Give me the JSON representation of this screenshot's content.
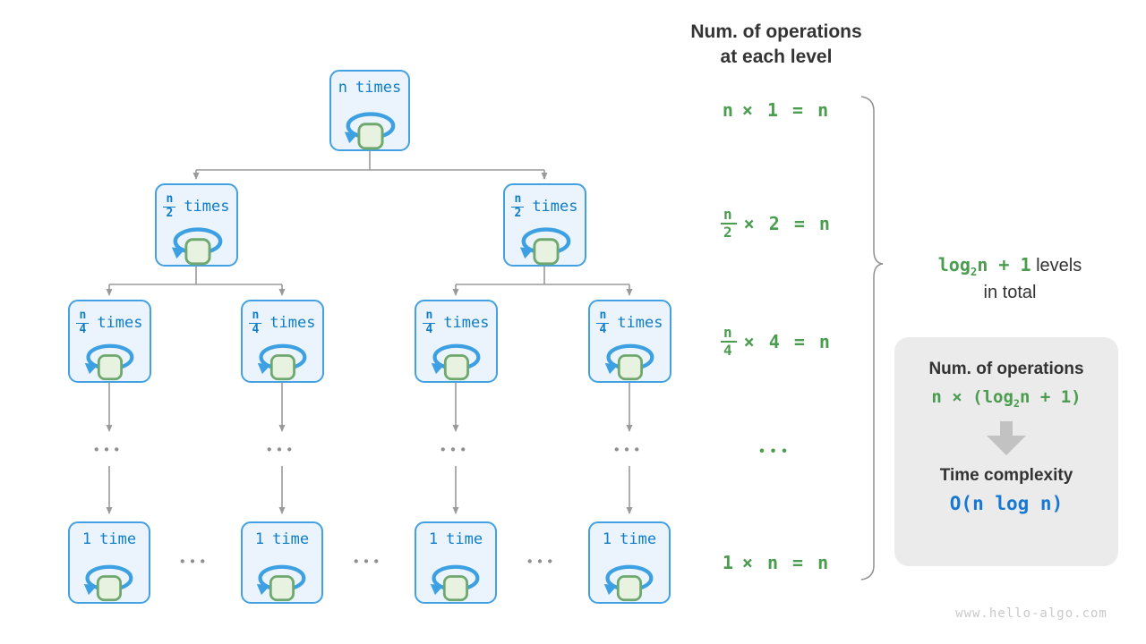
{
  "colors": {
    "node_border": "#44a1e1",
    "node_bg": "#ebf4fc",
    "node_text": "#0f7dc7",
    "loop_blue": "#3da0e2",
    "square_fill": "#e8f2e0",
    "square_border": "#6ea86e",
    "connector_gray": "#9a9a9a",
    "green": "#4a9d4e",
    "dark_text": "#333333",
    "result_blue": "#1778d1",
    "summary_box_bg": "#ebebeb",
    "watermark_gray": "#c9c9c9"
  },
  "tree": {
    "root": {
      "num": "n",
      "word": "times"
    },
    "level2": [
      {
        "num": "n",
        "den": "2",
        "word": "times"
      },
      {
        "num": "n",
        "den": "2",
        "word": "times"
      }
    ],
    "level3": [
      {
        "num": "n",
        "den": "4",
        "word": "times"
      },
      {
        "num": "n",
        "den": "4",
        "word": "times"
      },
      {
        "num": "n",
        "den": "4",
        "word": "times"
      },
      {
        "num": "n",
        "den": "4",
        "word": "times"
      }
    ],
    "level4": [
      {
        "num": "1",
        "word": "time"
      },
      {
        "num": "1",
        "word": "time"
      },
      {
        "num": "1",
        "word": "time"
      },
      {
        "num": "1",
        "word": "time"
      }
    ],
    "col_dots": "•••",
    "row_dots": "•••"
  },
  "right_panel": {
    "header": {
      "line1": "Num. of operations",
      "line2": "at each level"
    },
    "equations": [
      {
        "num": "n",
        "rhs": "× 1 = n"
      },
      {
        "num": "n",
        "den": "2",
        "rhs": "× 2 = n"
      },
      {
        "num": "n",
        "den": "4",
        "rhs": "× 4 = n"
      },
      {
        "dots": "•••"
      },
      {
        "num": "1",
        "rhs": "× n = n"
      }
    ],
    "levels_note": {
      "log": "log",
      "sub": "2",
      "post": "n + 1",
      "rest1": "levels",
      "rest2": "in total"
    },
    "summary": {
      "title1": "Num. of operations",
      "f1_pre": "n × (log",
      "f1_sub": "2",
      "f1_post": "n + 1)",
      "title2": "Time complexity",
      "f2": "O(n log n)"
    },
    "watermark": "www.hello-algo.com"
  }
}
